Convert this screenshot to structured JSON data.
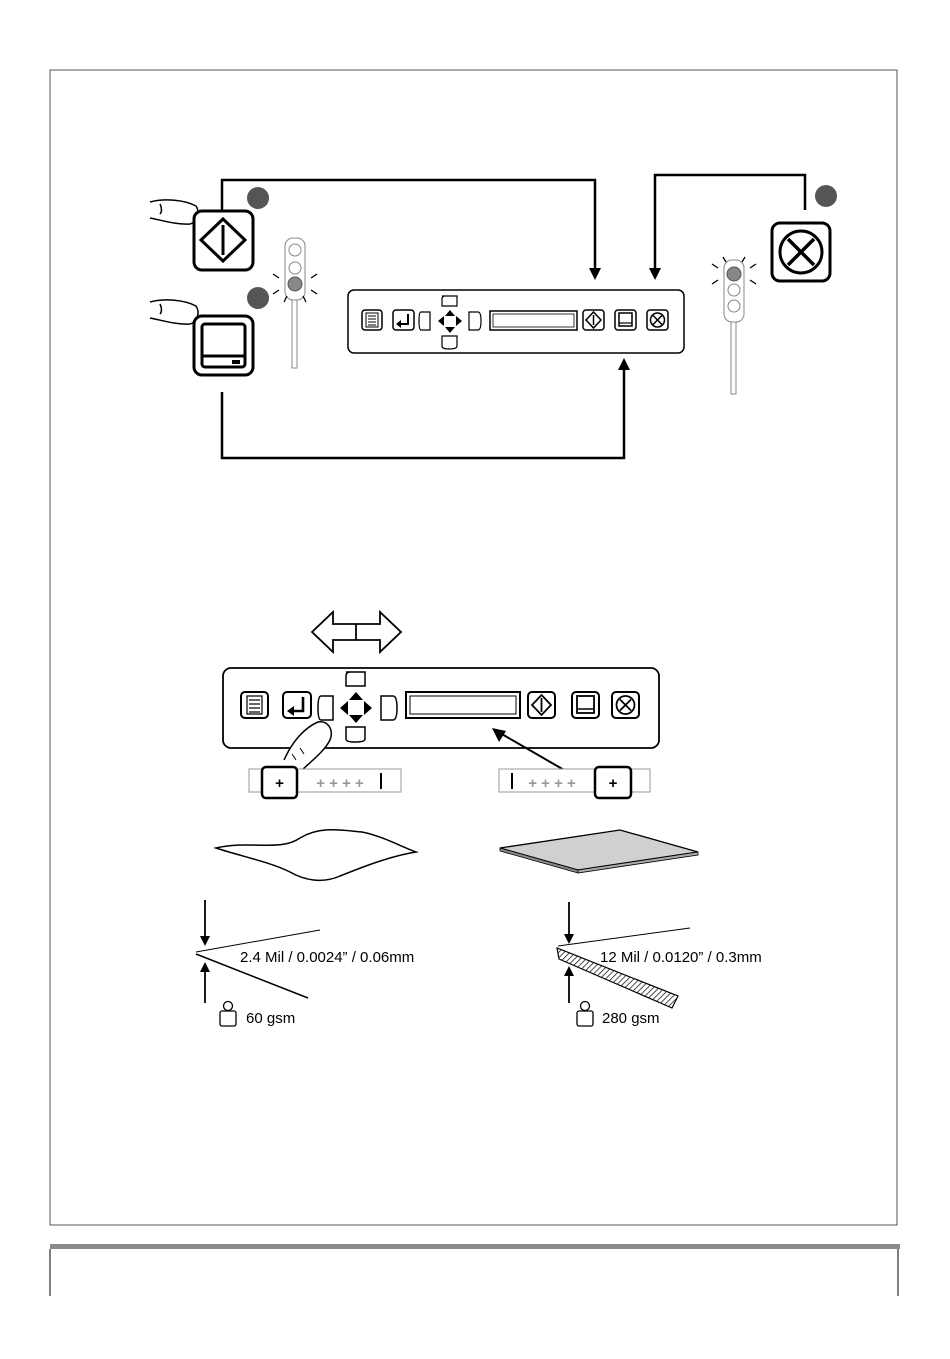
{
  "figures": {
    "top_panel": {
      "steps": [
        "",
        "",
        ""
      ],
      "buttons": [
        "menu-icon",
        "enter-icon",
        "arrow-cross-icon",
        "start-icon",
        "save-icon",
        "stop-icon"
      ],
      "traffic_light_left": "traffic-light-icon",
      "traffic_light_right": "traffic-light-icon"
    },
    "bottom_panel": {
      "scale_left": {
        "plus": "+",
        "ticks": "+ + + +"
      },
      "scale_right": {
        "plus": "+",
        "ticks": "+ + + +"
      },
      "thin_sheet": {
        "thickness": "2.4 Mil / 0.0024” / 0.06mm",
        "weight": "60 gsm"
      },
      "thick_sheet": {
        "thickness": "12 Mil / 0.0120” / 0.3mm",
        "weight": "280 gsm"
      }
    }
  },
  "colors": {
    "line": "#000000",
    "badge": "#555555",
    "gray": "#999999",
    "sheet": "#d0d0d0"
  }
}
